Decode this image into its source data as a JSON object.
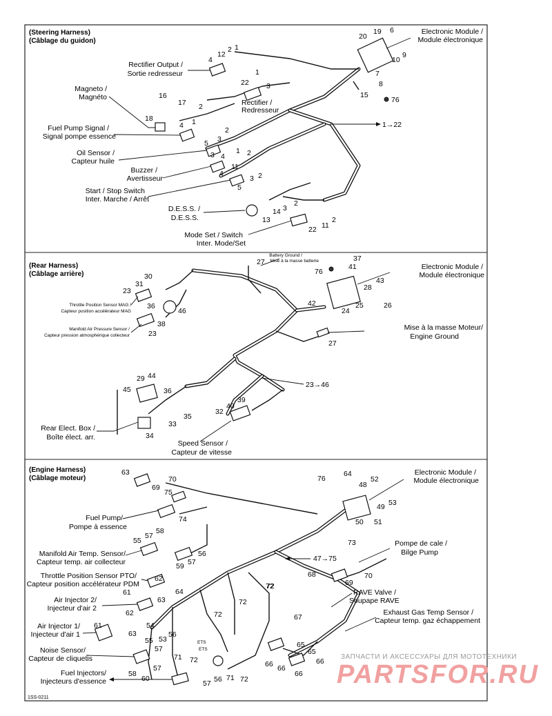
{
  "sections": {
    "steering": {
      "title_en": "(Steering Harness)",
      "title_fr": "(Câblage du guidon)",
      "labels": {
        "rectifier_output_en": "Rectifier Output /",
        "rectifier_output_fr": "Sortie redresseur",
        "magneto_en": "Magneto /",
        "magneto_fr": "Magnéto",
        "fuel_pump_signal_en": "Fuel Pump Signal /",
        "fuel_pump_signal_fr": "Signal pompe essence",
        "oil_sensor_en": "Oil Sensor /",
        "oil_sensor_fr": "Capteur huile",
        "buzzer_en": "Buzzer /",
        "buzzer_fr": "Avertisseur",
        "start_stop_en": "Start / Stop Switch",
        "start_stop_fr": "Inter. Marche / Arrêt",
        "dess_en": "D.E.S.S. /",
        "dess_fr": "D.E.S.S.",
        "mode_set_en": "Mode Set / Switch",
        "mode_set_fr": "Inter. Mode/Set",
        "electronic_module_en": "Electronic Module /",
        "electronic_module_fr": "Module électronique",
        "rectifier_en": "Rectifier /",
        "rectifier_fr": "Redresseur",
        "ref_1_22": "1→22"
      },
      "numbers": [
        "20",
        "19",
        "6",
        "10",
        "9",
        "7",
        "8",
        "15",
        "76",
        "4",
        "12",
        "2",
        "1",
        "22",
        "1",
        "3",
        "16",
        "17",
        "2",
        "18",
        "4",
        "1",
        "2",
        "3",
        "5",
        "3",
        "4",
        "1",
        "2",
        "4",
        "11",
        "3",
        "5",
        "2",
        "3",
        "14",
        "2",
        "13",
        "22",
        "11",
        "2"
      ]
    },
    "rear": {
      "title_en": "(Rear Harness)",
      "title_fr": "(Câblage arrière)",
      "labels": {
        "battery_ground_en": "Battery Ground /",
        "battery_ground_fr": "Mise à la masse batterie",
        "electronic_module_en": "Electronic Module /",
        "electronic_module_fr": "Module électronique",
        "tps_mag_en": "Throttle Position Sensor MAG /",
        "tps_mag_fr": "Capteur position accélérateur MAG",
        "map_sensor_en": "Manifold Air Pressure Sensor /",
        "map_sensor_fr": "Capteur pression atmosphérique collecteur",
        "engine_ground_fr": "Mise à la masse Moteur/",
        "engine_ground_en": "Engine Ground",
        "rear_box_en": "Rear Elect. Box /",
        "rear_box_fr": "Boîte élect. arr.",
        "speed_sensor_en": "Speed Sensor /",
        "speed_sensor_fr": "Capteur de vitesse",
        "ref_23_46": "23→46"
      },
      "numbers": [
        "27",
        "76",
        "37",
        "41",
        "28",
        "43",
        "26",
        "25",
        "24",
        "42",
        "31",
        "30",
        "23",
        "46",
        "36",
        "38",
        "23",
        "27",
        "29",
        "44",
        "45",
        "36",
        "35",
        "33",
        "34",
        "32",
        "40",
        "39"
      ]
    },
    "engine": {
      "title_en": "(Engine Harness)",
      "title_fr": "(Câblage moteur)",
      "labels": {
        "electronic_module_en": "Electronic Module /",
        "electronic_module_fr": "Module électronique",
        "fuel_pump_en": "Fuel Pump/",
        "fuel_pump_fr": "Pompe à essence",
        "manifold_temp_en": "Manifold Air Temp. Sensor/",
        "manifold_temp_fr": "Capteur temp. air collecteur",
        "tps_pto_en": "Throttle Position Sensor PTO/",
        "tps_pto_fr": "Capteur position accélérateur PDM",
        "air_inj2_en": "Air Injector 2/",
        "air_inj2_fr": "Injecteur d'air 2",
        "air_inj1_en": "Air Injector 1/",
        "air_inj1_fr": "Injecteur d'air 1",
        "knock_en": "Noise Sensor/",
        "knock_fr": "Capteur de cliquetis",
        "fuel_inj_en": "Fuel Injectors/",
        "fuel_inj_fr": "Injecteurs d'essence",
        "bilge_fr": "Pompe de cale /",
        "bilge_en": "Bilge Pump",
        "rave_en": "RAVE Valve /",
        "rave_fr": "Soupape RAVE",
        "egt_en": "Exhaust Gas Temp Sensor /",
        "egt_fr": "Capteur temp. gaz échappement",
        "ets": "ETS",
        "ets2": "ETS",
        "ref_47_75": "47→75"
      },
      "numbers": [
        "63",
        "70",
        "69",
        "75",
        "74",
        "55",
        "57",
        "58",
        "56",
        "59",
        "57",
        "62",
        "64",
        "63",
        "61",
        "62",
        "63",
        "54",
        "61",
        "55",
        "56",
        "53",
        "57",
        "71",
        "72",
        "60",
        "57",
        "56",
        "71",
        "72",
        "72",
        "72",
        "72",
        "76",
        "64",
        "48",
        "52",
        "49",
        "53",
        "50",
        "51",
        "73",
        "68",
        "69",
        "70",
        "72",
        "67",
        "65",
        "66",
        "66",
        "65",
        "66",
        "66",
        "58",
        "57"
      ]
    }
  },
  "watermark": {
    "line1": "ЗАПЧАСТИ И АКСЕССУАРЫ ДЛЯ МОТОТЕХНИКИ",
    "line2": "PARTSFOR.RU"
  },
  "figure_number": "1SS-0211"
}
